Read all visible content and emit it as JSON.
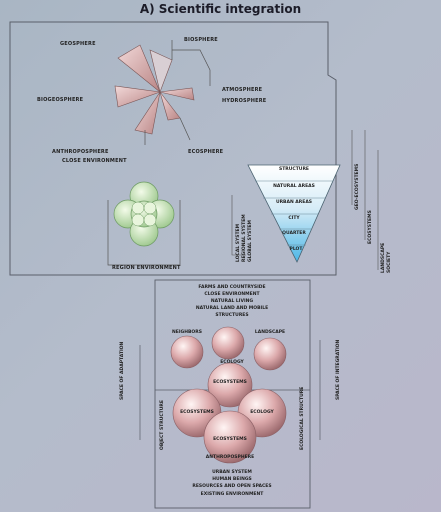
{
  "title": "A) Scientific integration",
  "spheres": {
    "geosphere": "GEOSPHERE",
    "biosphere": "BIOSPHERE",
    "biogeosphere": "BIOGEOSPHERE",
    "atmosphere": "ATMOSPHERE",
    "hydrosphere": "HYDROSPHERE",
    "anthroposphere": "ANTHROPOSPHERE",
    "close_environment": "CLOSE ENVIRONMENT",
    "ecosphere": "ECOSPHERE"
  },
  "region_label": "REGION ENVIRONMENT",
  "funnel": {
    "levels": [
      "STRUCTURE",
      "NATURAL AREAS",
      "URBAN AREAS",
      "CITY",
      "QUARTER",
      "PLOT"
    ],
    "side_labels": [
      "LOCAL SYSTEM",
      "REGIONAL SYSTEM",
      "GLOBAL SYSTEM"
    ],
    "right_labels": [
      "GEO-ECOSYSTEMS",
      "ECOSYSTEMS",
      "LANDSCAPE",
      "SOCIETY"
    ]
  },
  "bottom": {
    "header_lines": [
      "FARMS AND COUNTRYSIDE",
      "CLOSE ENVIRONMENT",
      "NATURAL LIVING",
      "NATURAL LAND AND MOBILE",
      "STRUCTURES"
    ],
    "bubbles": [
      "NEIGHBORS",
      "LANDSCAPE",
      "ECOLOGY",
      "ECOSYSTEMS",
      "ECOSYSTEMS",
      "ECOLOGY",
      "ECOSYSTEMS",
      "ANTHROPOSPHERE"
    ],
    "left_labels": [
      "SPACE OF ADAPTATION",
      "OBJECT STRUCTURE"
    ],
    "right_labels": [
      "SPACE OF INTEGRATION",
      "ECOLOGICAL STRUCTURE"
    ],
    "footer_lines": [
      "URBAN SYSTEM",
      "HUMAN BEINGS",
      "RESOURCES AND OPEN SPACES",
      "EXISTING ENVIRONMENT"
    ]
  }
}
